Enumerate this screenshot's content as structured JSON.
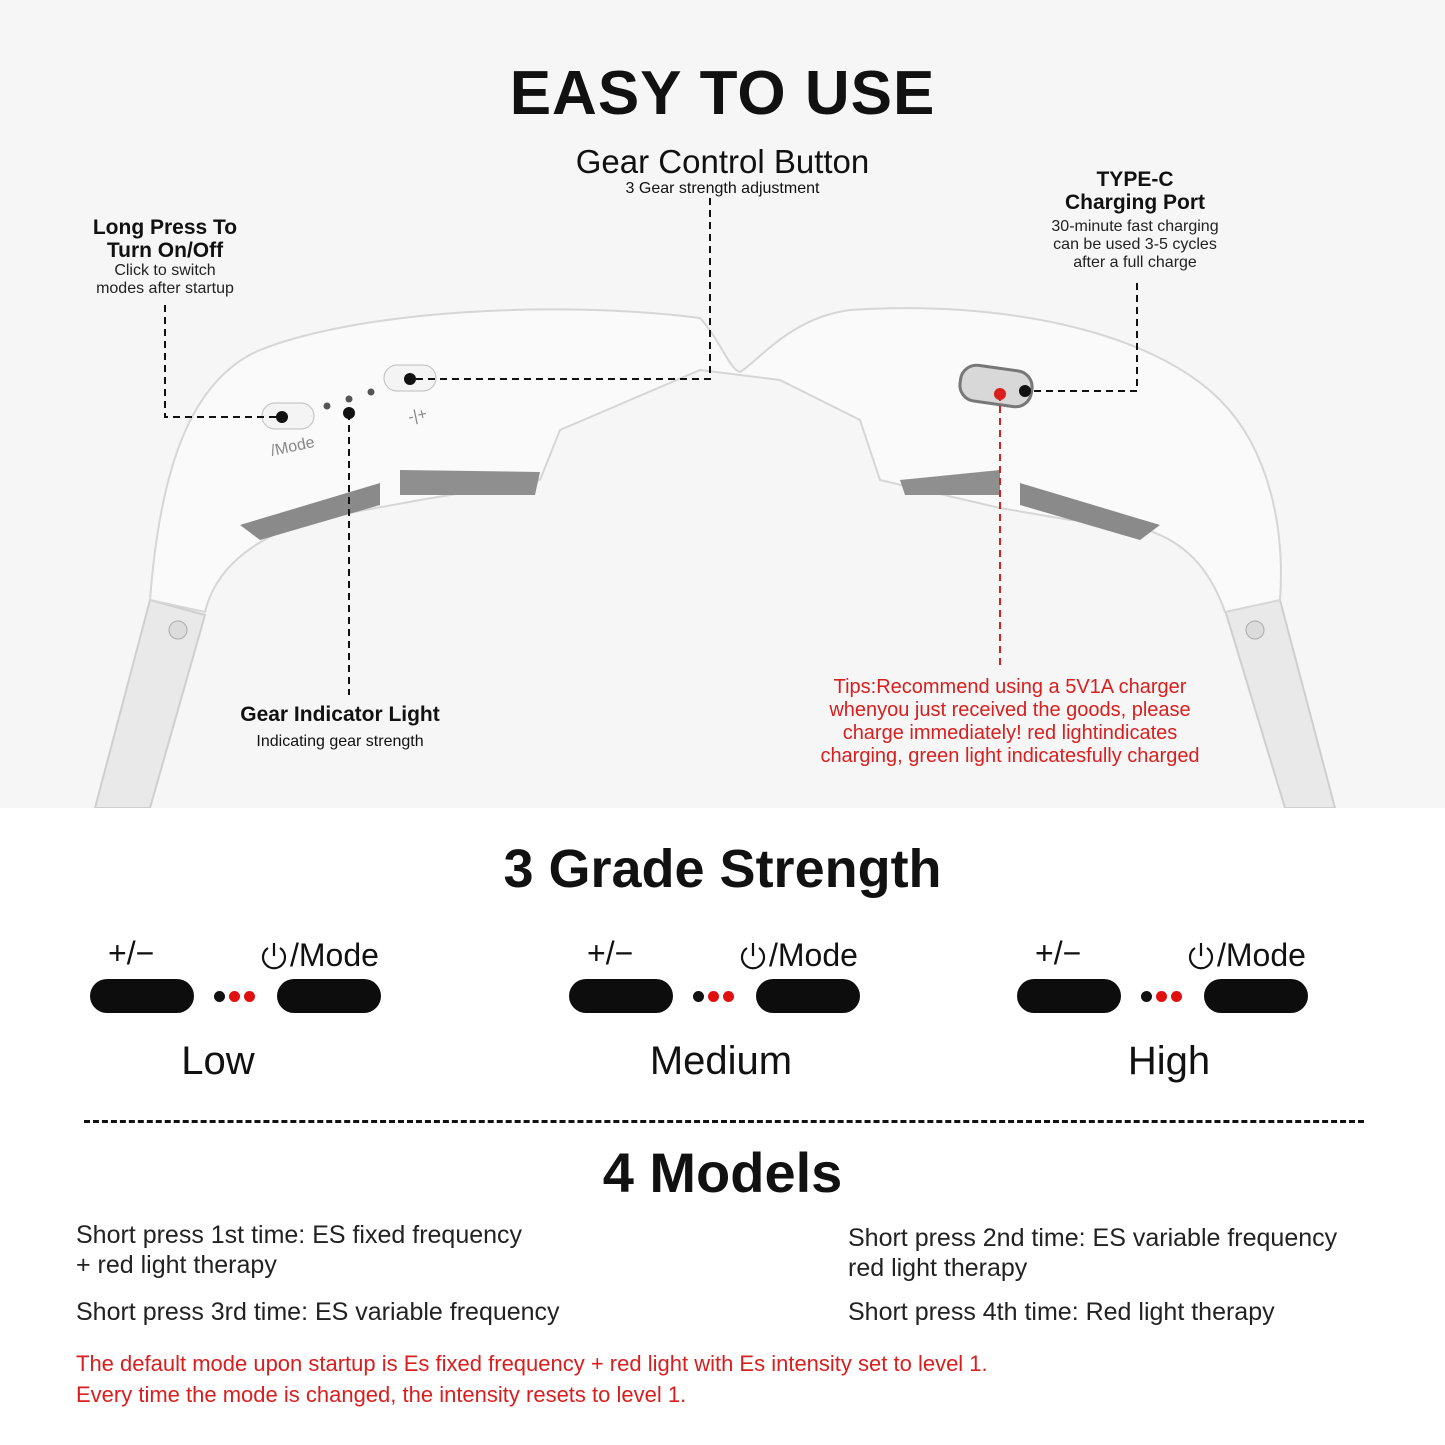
{
  "header": {
    "title": "EASY TO USE"
  },
  "callouts": {
    "gear_button": {
      "title": "Gear Control Button",
      "sub": "3 Gear strength adjustment"
    },
    "long_press": {
      "title_1": "Long Press To",
      "title_2": "Turn On/Off",
      "sub_1": "Click to switch",
      "sub_2": "modes after startup"
    },
    "typec": {
      "title_1": "TYPE-C",
      "title_2": "Charging Port",
      "sub_1": "30-minute fast charging",
      "sub_2": "can be used 3-5 cycles",
      "sub_3": "after a full charge"
    },
    "indicator": {
      "title": "Gear Indicator Light",
      "sub": "Indicating gear strength"
    },
    "tips": {
      "line_1": "Tips:Recommend using a 5V1A charger",
      "line_2": "whenyou just received the goods, please",
      "line_3": "charge immediately! red lightindicates",
      "line_4": "charging, green light indicatesfully charged"
    },
    "device_labels": {
      "mode": "/Mode",
      "plus_minus": "-|+"
    }
  },
  "strength": {
    "title": "3 Grade Strength",
    "plus_minus_label": "+/−",
    "mode_label": "/Mode",
    "levels": [
      {
        "name": "Low"
      },
      {
        "name": "Medium"
      },
      {
        "name": "High"
      }
    ],
    "colors": {
      "dot_dark": "#111111",
      "dot_red": "#e01010"
    }
  },
  "models": {
    "title": "4 Models",
    "items": [
      {
        "line_1": "Short press 1st time: ES fixed frequency",
        "line_2": "+ red light therapy"
      },
      {
        "line_1": "Short press 2nd time: ES variable frequency",
        "line_2": "red light therapy"
      },
      {
        "line_1": "Short press 3rd time: ES variable frequency"
      },
      {
        "line_1": "Short press 4th time: Red light therapy"
      }
    ],
    "note_1": "The default mode upon startup is Es fixed frequency + red light with Es intensity set to level 1.",
    "note_2": "Every time the mode is changed, the intensity resets to level 1."
  },
  "theme": {
    "accent_red": "#d91e1e"
  }
}
